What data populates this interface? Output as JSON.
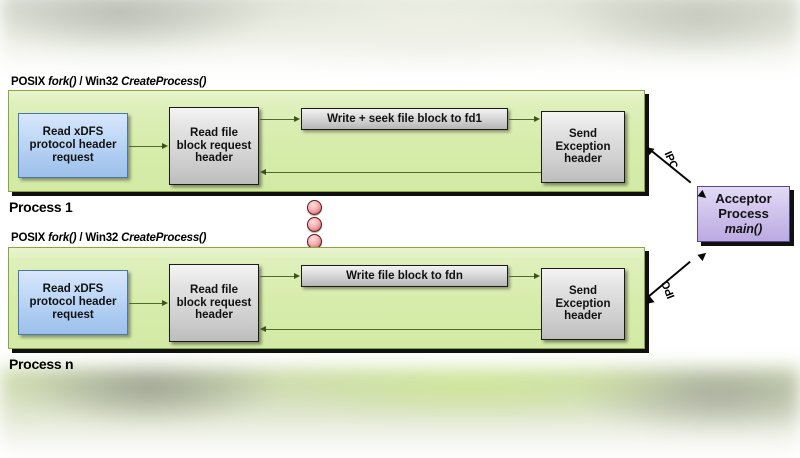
{
  "diagram": {
    "title_row1": {
      "plain1": "POSIX ",
      "ital1": "fork()",
      "plain2": " / Win32 ",
      "ital2": "CreateProcess()"
    },
    "title_row2": {
      "plain1": "POSIX ",
      "ital1": "fork()",
      "plain2": " / Win32 ",
      "ital2": "CreateProcess()"
    },
    "process1_label": "Process 1",
    "processn_label": "Process n",
    "rows": [
      {
        "id": "process-1",
        "nodes": {
          "read_request": "Read xDFS protocol header request",
          "read_block_header": "Read file block request header",
          "write_bar": "Write  + seek file block to fd1",
          "send_exception": "Send Exception header"
        },
        "ipc_label": "IPC"
      },
      {
        "id": "process-n",
        "nodes": {
          "read_request": "Read xDFS protocol header request",
          "read_block_header": "Read file block request header",
          "write_bar": "Write file block to fdn",
          "send_exception": "Send Exception header"
        },
        "ipc_label": "IPC"
      }
    ],
    "acceptor": {
      "line1": "Acceptor",
      "line2": "Process",
      "line3": "main()"
    },
    "ellipsis_count": 3
  },
  "colors": {
    "process_container": "#d6eca9",
    "process_border": "#8aa63f",
    "node_blue": "#bcd6f5",
    "node_gray": "#d4d4d4",
    "acceptor_purple": "#cbbdea",
    "sphere": "#e8969b",
    "arrow": "#3c521f"
  }
}
